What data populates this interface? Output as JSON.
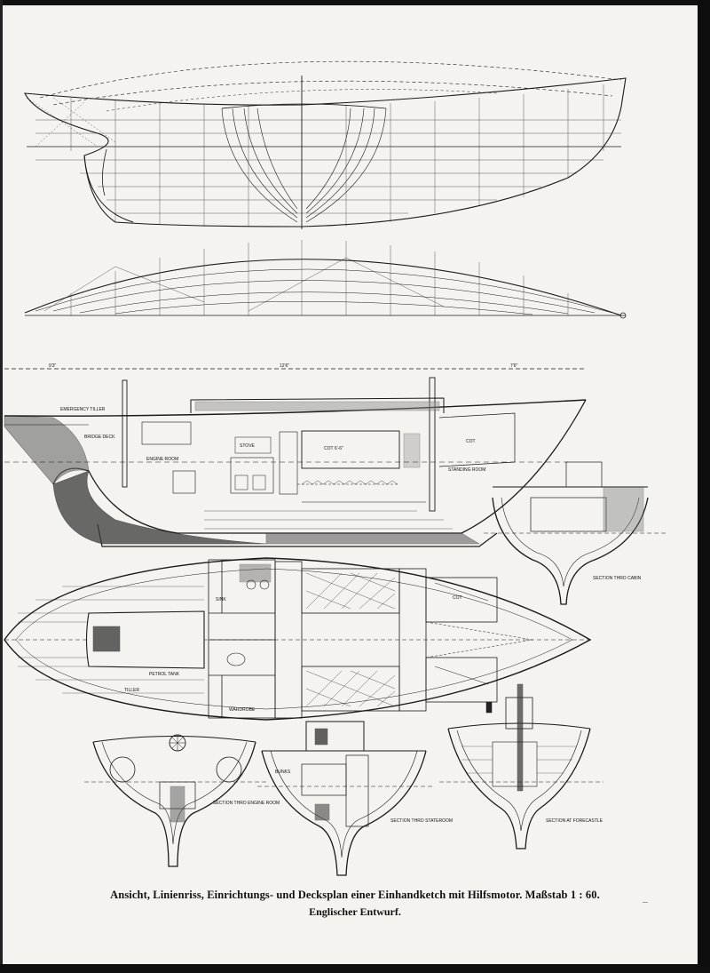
{
  "caption": {
    "title": "Ansicht, Linienriss, Einrichtungs- und Decksplan einer Einhandketch mit Hilfsmotor.",
    "scale": "Maßstab 1 : 60.",
    "subtitle": "Englischer Entwurf."
  },
  "labels": {
    "emergency_tiller": "EMERGENCY TILLER",
    "bridge_deck": "BRIDGE DECK",
    "engine_room": "ENGINE ROOM",
    "stove": "STOVE",
    "cot": "COT",
    "cot_6_6": "COT 6'-6\"",
    "standing_room": "STANDING ROOM",
    "section_thro_cabin": "SECTION THRO CABIN",
    "section_thro_engine_room": "SECTION THRO ENGINE ROOM",
    "section_thro_stateroom": "SECTION THRO STATEROOM",
    "section_at_forecastle": "SECTION AT FORECASTLE",
    "wardrobe": "WARDROBE",
    "petrol_tank": "PETROL TANK",
    "sink": "SINK",
    "bunks": "BUNKS",
    "tiller": "TILLER",
    "dimension_left": "9'3\"",
    "dimension_mid": "12'6\"",
    "dimension_right": "7'6\""
  },
  "page_mark": "—"
}
